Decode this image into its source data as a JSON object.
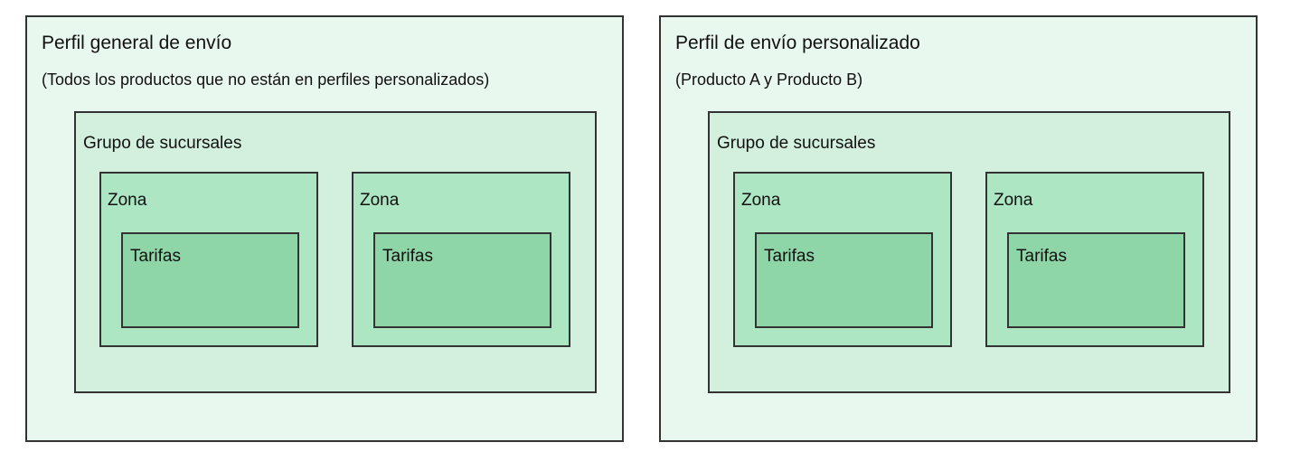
{
  "colors": {
    "page_bg": "#ffffff",
    "profile_bg": "#e9f8ef",
    "group_bg": "#d2f0dd",
    "zone_bg": "#ace6c3",
    "rates_bg": "#8ed6a7",
    "border": "#333333",
    "text": "#111111"
  },
  "profiles": [
    {
      "title": "Perfil general de envío",
      "subtitle": "(Todos los productos que no están en perfiles personalizados)",
      "group": {
        "label": "Grupo de sucursales",
        "zones": [
          {
            "label": "Zona",
            "rates": {
              "label": "Tarifas"
            }
          },
          {
            "label": "Zona",
            "rates": {
              "label": "Tarifas"
            }
          }
        ]
      }
    },
    {
      "title": "Perfil de envío personalizado",
      "subtitle": "(Producto A y Producto B)",
      "group": {
        "label": "Grupo de sucursales",
        "zones": [
          {
            "label": "Zona",
            "rates": {
              "label": "Tarifas"
            }
          },
          {
            "label": "Zona",
            "rates": {
              "label": "Tarifas"
            }
          }
        ]
      }
    }
  ]
}
